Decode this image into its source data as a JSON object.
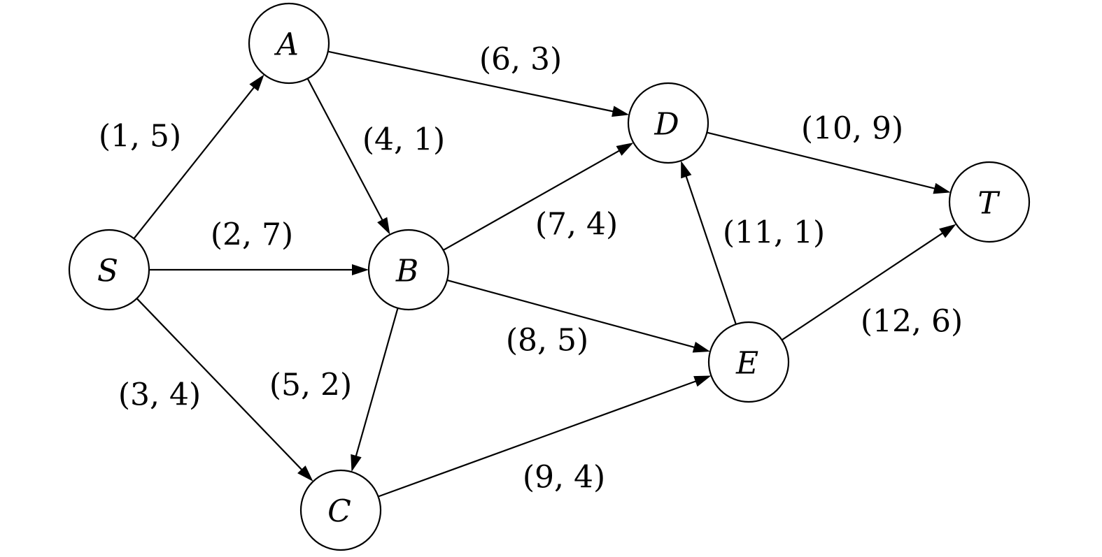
{
  "graph": {
    "nodes": [
      {
        "id": "S",
        "label": "S"
      },
      {
        "id": "A",
        "label": "A"
      },
      {
        "id": "B",
        "label": "B"
      },
      {
        "id": "C",
        "label": "C"
      },
      {
        "id": "D",
        "label": "D"
      },
      {
        "id": "E",
        "label": "E"
      },
      {
        "id": "T",
        "label": "T"
      }
    ],
    "edges": [
      {
        "from": "S",
        "to": "A",
        "label": "(1, 5)"
      },
      {
        "from": "S",
        "to": "B",
        "label": "(2, 7)"
      },
      {
        "from": "S",
        "to": "C",
        "label": "(3, 4)"
      },
      {
        "from": "A",
        "to": "B",
        "label": "(4, 1)"
      },
      {
        "from": "B",
        "to": "C",
        "label": "(5, 2)"
      },
      {
        "from": "A",
        "to": "D",
        "label": "(6, 3)"
      },
      {
        "from": "B",
        "to": "D",
        "label": "(7, 4)"
      },
      {
        "from": "B",
        "to": "E",
        "label": "(8, 5)"
      },
      {
        "from": "C",
        "to": "E",
        "label": "(9, 4)"
      },
      {
        "from": "D",
        "to": "T",
        "label": "(10, 9)"
      },
      {
        "from": "E",
        "to": "D",
        "label": "(11, 1)"
      },
      {
        "from": "E",
        "to": "T",
        "label": "(12, 6)"
      }
    ]
  }
}
